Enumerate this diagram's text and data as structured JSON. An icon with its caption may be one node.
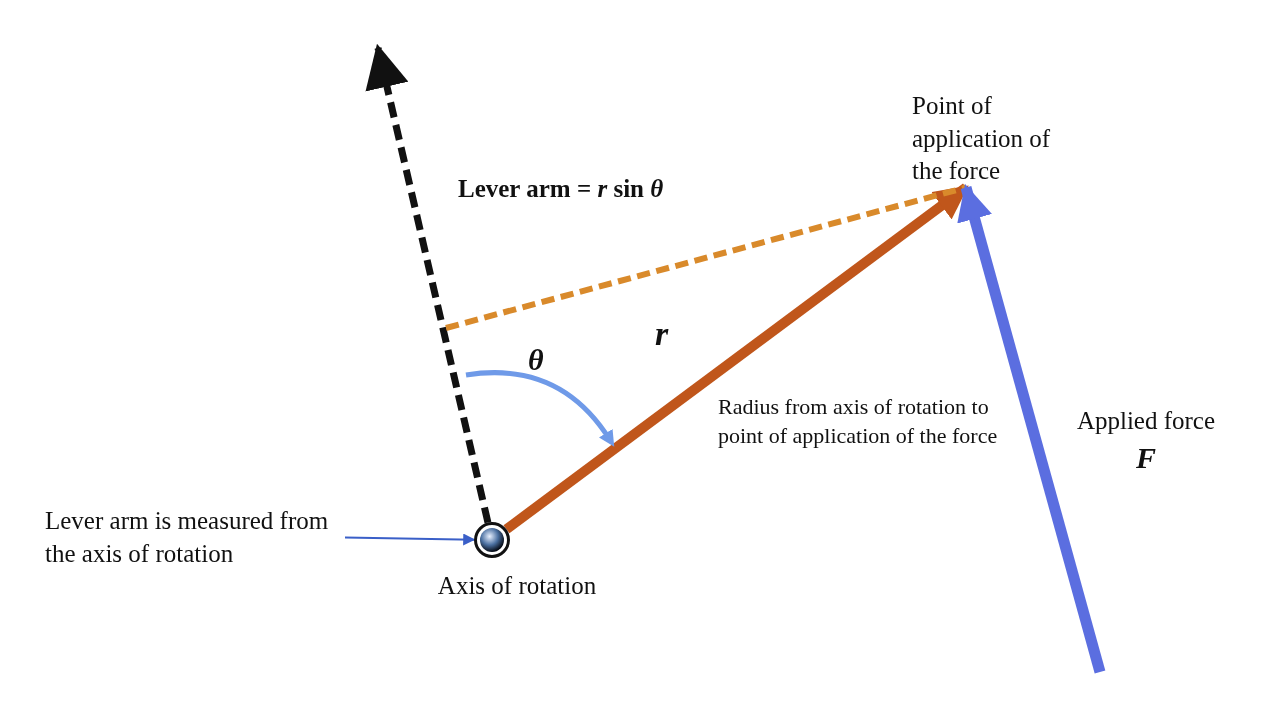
{
  "diagram": {
    "nodes": [
      {
        "text": [],
        "shape": "circle",
        "beside": [
          "Axis of rotation"
        ]
      },
      {
        "text": [
          "Lever arm is measured from the axis of rotation"
        ]
      },
      {
        "text": [
          "Point of application of the force"
        ]
      }
    ],
    "edges": [
      {
        "from": 1,
        "to": 0,
        "arrow": "to",
        "color": "#3a5fc8"
      },
      {
        "from": 0,
        "to": 2,
        "arrow": "to",
        "label": "*r*",
        "color": "#c0561b"
      },
      {
        "from": 0,
        "to": null,
        "arrow": "to",
        "style": "dashed",
        "color": "#111111"
      },
      {
        "from": null,
        "to": 2,
        "arrow": "none",
        "label": "Lever arm = *r* sin *θ*",
        "style": "dashed",
        "color": "#d98a2b"
      },
      {
        "from": null,
        "to": 2,
        "arrow": "to",
        "label": "Applied force *F*",
        "color": "#5b6ee0"
      }
    ],
    "labels": [
      "θ",
      "Radius from axis of rotation to point of application of the force"
    ]
  }
}
